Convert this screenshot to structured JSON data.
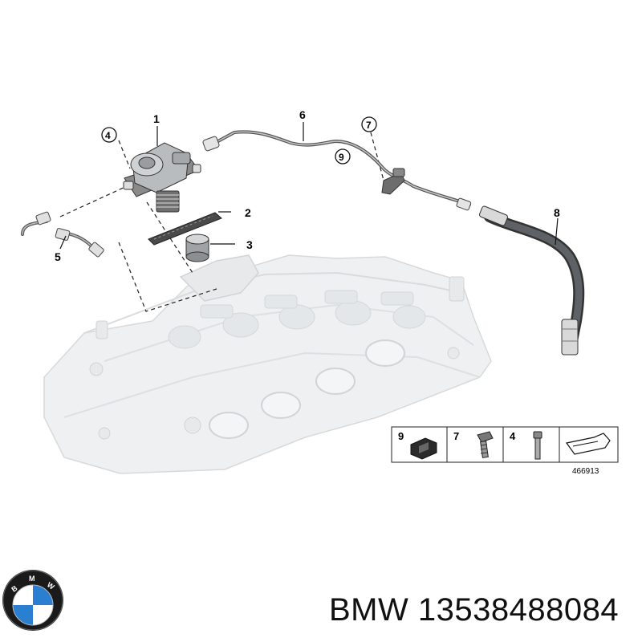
{
  "callouts": {
    "c1": "1",
    "c2": "2",
    "c3": "3",
    "c4": "4",
    "c5": "5",
    "c6": "6",
    "c7": "7",
    "c8": "8",
    "c9": "9"
  },
  "legend": {
    "items": [
      "9",
      "7",
      "4"
    ],
    "reference": "466913"
  },
  "logo": {
    "lettering": "BMW",
    "colors": {
      "blue": "#2b7fd0",
      "white": "#ffffff",
      "ring": "#1a1a1a"
    }
  },
  "footer": {
    "brand": "BMW",
    "part_number": "13538488084"
  }
}
